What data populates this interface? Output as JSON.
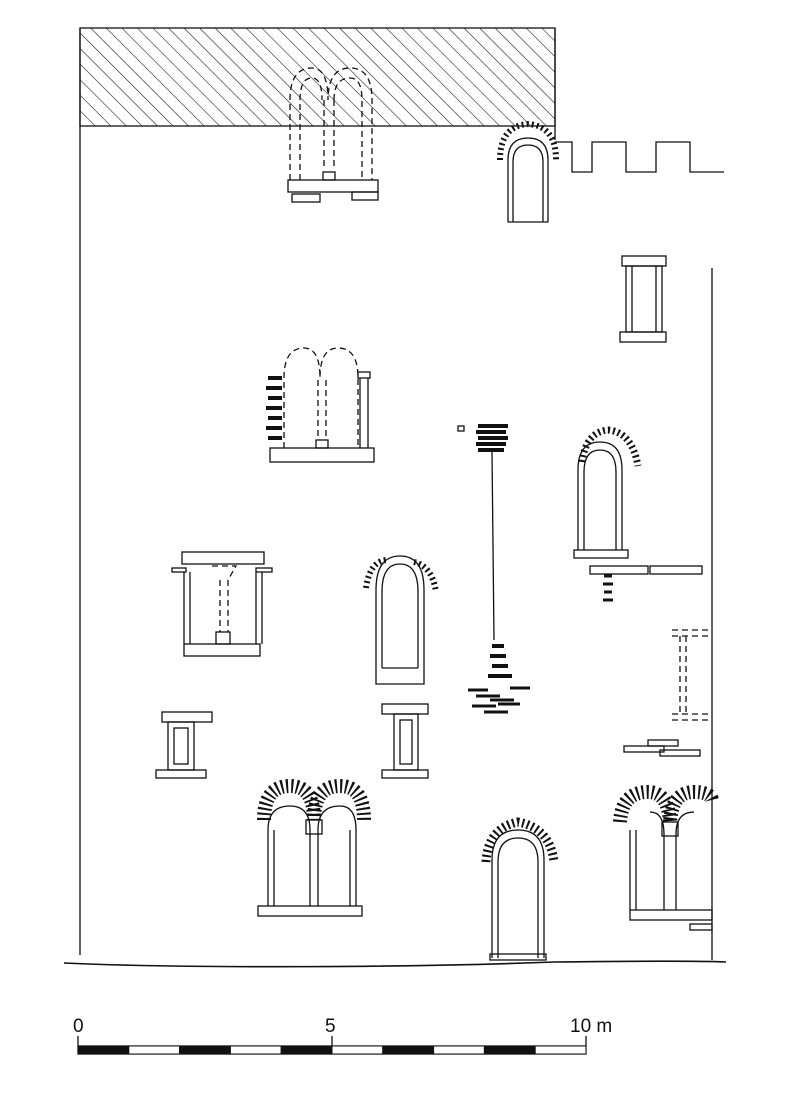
{
  "scale_bar": {
    "labels": [
      "0",
      "5",
      "10 m"
    ],
    "segments": 10,
    "total_meters": 10
  },
  "colors": {
    "ink": "#111111",
    "paper": "#ffffff"
  }
}
